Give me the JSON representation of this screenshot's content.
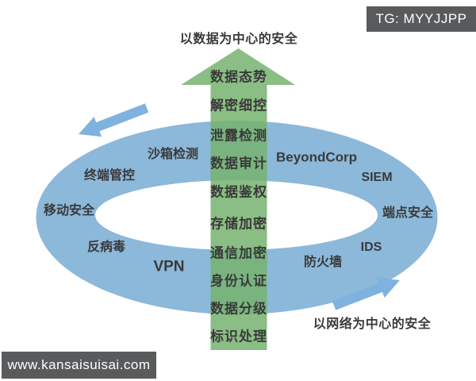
{
  "titles": {
    "data_centric": "以数据为中心的安全",
    "network_centric": "以网络为中心的安全"
  },
  "center_axis": {
    "items": [
      "数据态势",
      "解密细控",
      "泄露检测",
      "数据审计",
      "数据鉴权",
      "存储加密",
      "通信加密",
      "身份认证",
      "数据分级",
      "标识处理"
    ]
  },
  "ring": {
    "items": [
      "沙箱检测",
      "BeyondCorp",
      "终端管控",
      "SIEM",
      "移动安全",
      "端点安全",
      "反病毒",
      "IDS",
      "VPN",
      "防火墙"
    ]
  },
  "watermarks": {
    "top_right": "TG: MYYJJPP",
    "bottom_left": "www.kansaisuisai.com"
  },
  "icons": {
    "center": "up-arrow-icon",
    "top_left": "southwest-flow-arrow-icon",
    "bottom_right": "northeast-flow-arrow-icon"
  },
  "colors": {
    "background": "#ffffff",
    "ring_blue": "#8cb8da",
    "flow_arrow_blue": "#7fb2de",
    "arrow_green": "#76b36e",
    "arrow_green_border": "#5f9e58",
    "badge_bg": "#595a5c",
    "badge_text": "#ffffff",
    "label_text": "#3a3a3a"
  }
}
